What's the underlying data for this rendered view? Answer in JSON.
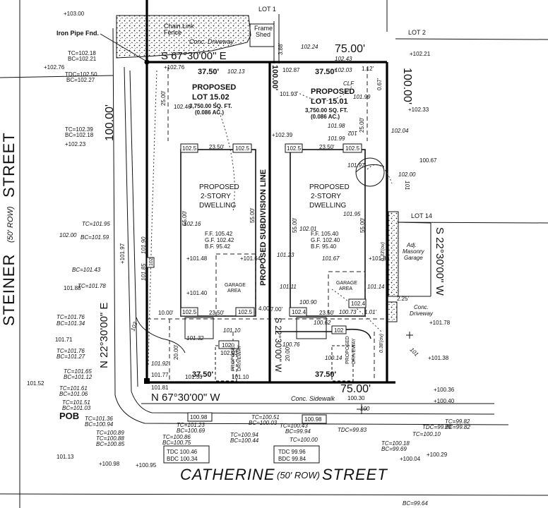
{
  "streets": {
    "steiner": {
      "name": "STEINER",
      "suffix": "STREET",
      "row": "(50' ROW)"
    },
    "catherine": {
      "name": "CATHERINE",
      "suffix": "STREET",
      "row": "(50' ROW)"
    }
  },
  "labels": {
    "lot1": "LOT 1",
    "lot2": "LOT 2",
    "lot14": "LOT 14",
    "iron_pipe": "Iron Pipe Fnd.",
    "chain_link": "Chain Link",
    "fence": "Fence",
    "conc_driveway_top": "Conc. Driveway",
    "frame_shed_1": "Frame",
    "frame_shed_2": "Shed",
    "pob": "POB",
    "subdivision": "PROPOSED SUBDIVISION LINE",
    "adj_garage_1": "Adj.",
    "adj_garage_2": "Masonry",
    "adj_garage_3": "Garage",
    "conc_driveway_right_1": "Conc.",
    "conc_driveway_right_2": "Driveway",
    "conc_sidewalk": "Conc. Sidewalk",
    "clf": "CLF"
  },
  "bearings": {
    "north": "S 67°30'00\" E",
    "south": "N 67°30'00\" W",
    "west": "N 22°30'00\" E",
    "east": "S 22°30'00\" W",
    "middle": "S 22°30'00\" W"
  },
  "distances": {
    "north": "75.00'",
    "south": "75.00'",
    "west": "100.00'",
    "east": "100.00'",
    "middle": "100.00'",
    "lot_front_left_top": "37.50'",
    "lot_front_right_top": "37.50'",
    "lot_front_left_bottom": "37.50'",
    "lot_front_right_bottom": "37.50'"
  },
  "lots": [
    {
      "title_1": "PROPOSED",
      "title_2": "LOT 15.02",
      "area_1": "3,750.00 SQ. FT.",
      "area_2": "(0.086 AC.)"
    },
    {
      "title_1": "PROPOSED",
      "title_2": "LOT 15.01",
      "area_1": "3,750.00 SQ. FT.",
      "area_2": "(0.086 AC.)"
    }
  ],
  "dwellings": [
    {
      "line_1": "PROPOSED",
      "line_2": "2-STORY",
      "line_3": "DWELLING",
      "ff": "F.F. 105.42",
      "gf": "G.F. 102.42",
      "bf": "B.F. 95.42",
      "garage_1": "GARAGE",
      "garage_2": "AREA",
      "width": "23.50'",
      "depth": "55.00'",
      "corner_tl": "102.5",
      "corner_tr": "102.5",
      "corner_bl": "102.5",
      "corner_br": "102.5"
    },
    {
      "line_1": "PROPOSED",
      "line_2": "2-STORY",
      "line_3": "DWELLING",
      "ff": "F.F. 105.40",
      "gf": "G.F. 102.40",
      "bf": "B.F. 95.40",
      "garage_1": "GARAGE",
      "garage_2": "AREA",
      "width": "23.50'",
      "depth": "55.00'",
      "corner_tl": "102.5",
      "corner_tr": "102.5",
      "corner_bl": "102.4",
      "corner_br": "102.4"
    }
  ],
  "driveways": [
    {
      "line_1": "PROPOSED",
      "line_2": "DRIVEWAY"
    },
    {
      "line_1": "PROPOSED",
      "line_2": "DRIVEWAY"
    }
  ],
  "setbacks": {
    "front_left": "25.00'",
    "front_right": "25.00'",
    "side_left": "10.00'",
    "side_mid_left": "4.00'",
    "side_mid_right": "7.00'",
    "rear_left": "20.00'",
    "rear_right": "20.00'",
    "right_side": "2.25'"
  },
  "boxes": {
    "tdc_left_1": "TDC 100.46",
    "tdc_left_2": "BDC 100.34",
    "tdc_right_1": "TDC 99.96",
    "tdc_right_2": "BDC 99.84",
    "walk_left": "100.98",
    "walk_right": "100.98",
    "drive_left": "102",
    "drive_right": "102",
    "strip_left": "102"
  },
  "elevations": {
    "e1": "+103.00",
    "e2": "102.24",
    "e3": "102.43",
    "e4": "+102.21",
    "e5": "TC=102.18",
    "e6": "BC=102.21",
    "e7": "+102.76",
    "e8": "TDC=102.50",
    "e9": "BC=102.27",
    "e10": "+102.76",
    "e11": "102.13",
    "e12": "102.87",
    "e13": "102.03",
    "e14": "1.12'",
    "e15": "0.67'",
    "e16": "3.88'",
    "e17": "102.46",
    "e18": "101.93",
    "e19": "101.99",
    "e20": "+102.33",
    "e21": "TC=102.39",
    "e22": "BC=102.18",
    "e23": "+102.23",
    "e24": "+102.39",
    "e25": "101.98",
    "e26": "101.99",
    "e27": "102.04",
    "e28": "100.67",
    "e29": "101.97",
    "e30": "102.00",
    "e31": "TC=101.95",
    "e32": "102.00",
    "e33": "BC=101.59",
    "e34": "102.16",
    "e35": "101.95",
    "e36": "102.01",
    "e37": "101.90",
    "e38": "+101.97",
    "e39": "BC=101.43",
    "e40": "101.85",
    "e41": "101.88",
    "e42": "TC=101.78",
    "e43": "+101.48",
    "e44": "+101.64",
    "e45": "101.23",
    "e46": "101.67",
    "e47": "+101.80",
    "e48": "+101.40",
    "e49": "101.11",
    "e50": "101.14",
    "e51": "100.90",
    "e52": "TC=101.76",
    "e53": "BC=101.34",
    "e54": "100.73",
    "e55": "100.62",
    "e56": "+101.78",
    "e57": "101.71",
    "e58": "101.10",
    "e59": "101.32",
    "e60": "102.03",
    "e61": "100.76",
    "e62": "TC=101.76",
    "e63": "BC=101.27",
    "e64": "101.92",
    "e65": "100.14",
    "e66": "+101.38",
    "e67": "TC=101.65",
    "e68": "BC=101.12",
    "e69": "101.77",
    "e70": "101.55",
    "e71": "101.10",
    "e72": "101.52",
    "e73": "TC=101.61",
    "e74": "BC=101.06",
    "e75": "101.81",
    "e76": "TC=101.51",
    "e77": "BC=101.03",
    "e78": "+100.36",
    "e79": "100.30",
    "e80": "+100.40",
    "e81": "TC=101.36",
    "e82": "BC=100.94",
    "e83": "TC=101.23",
    "e84": "BC=100.69",
    "e85": "TC=100.51",
    "e86": "BC=100.03",
    "e87": "TC=100.43",
    "e88": "BC=99.94",
    "e89": "TDC=99.83",
    "e90": "TC=99.82",
    "e91": "TDC=99.79",
    "e92": "BC=99.82",
    "e93": "TC=100.89",
    "e94": "TC=100.88",
    "e95": "BC=100.85",
    "e96": "TC=100.86",
    "e97": "BC=100.75",
    "e98": "TC=100.94",
    "e99": "BC=100.44",
    "e100": "TC=100.00",
    "e101": "TC=100.10",
    "e102": "TC=100.18",
    "e103": "BC=99.69",
    "e104": "+100.29",
    "e105": "101.13",
    "e106": "+100.98",
    "e107": "+100.95",
    "e108": "+100.04",
    "e109": "BC=99.64",
    "e110": "0.38'(ov)",
    "e111": "0.33'(ov)",
    "e112": "1.01'",
    "e113": "101",
    "e114": "101",
    "e115": "102",
    "e116": "102",
    "e117": "100"
  },
  "colors": {
    "ink": "#111111",
    "paper": "#ffffff"
  }
}
